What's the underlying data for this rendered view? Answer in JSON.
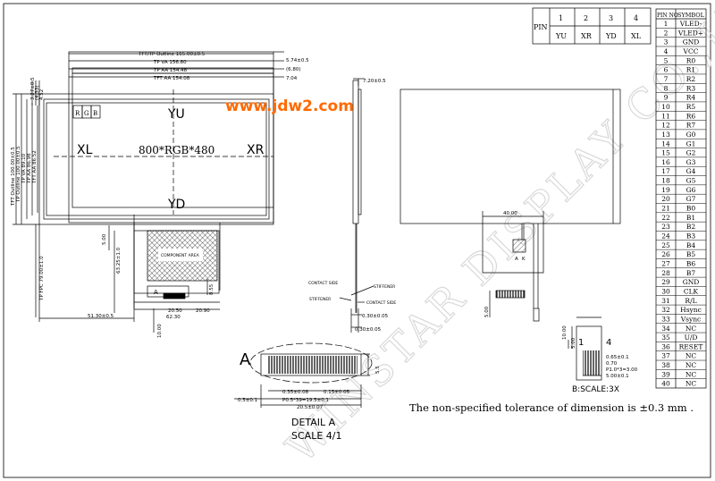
{
  "watermark": "WINSTAR DISPLAY CO.,LTD",
  "site_url": "www.jdw2.com",
  "pin_header": {
    "label": "PIN",
    "numbers": [
      "1",
      "2",
      "3",
      "4"
    ],
    "names": [
      "YU",
      "XR",
      "YD",
      "XL"
    ]
  },
  "pin_table": {
    "col_no": "PIN NO",
    "col_symbol": "SYMBOL",
    "rows": [
      [
        "1",
        "VLED-"
      ],
      [
        "2",
        "VLED+"
      ],
      [
        "3",
        "GND"
      ],
      [
        "4",
        "VCC"
      ],
      [
        "5",
        "R0"
      ],
      [
        "6",
        "R1"
      ],
      [
        "7",
        "R2"
      ],
      [
        "8",
        "R3"
      ],
      [
        "9",
        "R4"
      ],
      [
        "10",
        "R5"
      ],
      [
        "11",
        "R6"
      ],
      [
        "12",
        "R7"
      ],
      [
        "13",
        "G0"
      ],
      [
        "14",
        "G1"
      ],
      [
        "15",
        "G2"
      ],
      [
        "16",
        "G3"
      ],
      [
        "17",
        "G4"
      ],
      [
        "18",
        "G5"
      ],
      [
        "19",
        "G6"
      ],
      [
        "20",
        "G7"
      ],
      [
        "21",
        "B0"
      ],
      [
        "22",
        "B1"
      ],
      [
        "23",
        "B2"
      ],
      [
        "24",
        "B3"
      ],
      [
        "25",
        "B4"
      ],
      [
        "26",
        "B5"
      ],
      [
        "27",
        "B6"
      ],
      [
        "28",
        "B7"
      ],
      [
        "29",
        "GND"
      ],
      [
        "30",
        "CLK"
      ],
      [
        "31",
        "R/L"
      ],
      [
        "32",
        "Hsync"
      ],
      [
        "33",
        "Vsync"
      ],
      [
        "34",
        "NC"
      ],
      [
        "35",
        "U/D"
      ],
      [
        "36",
        "RESET"
      ],
      [
        "37",
        "NC"
      ],
      [
        "38",
        "NC"
      ],
      [
        "39",
        "NC"
      ],
      [
        "40",
        "NC"
      ]
    ]
  },
  "front_view": {
    "dim_outline": "TFT/TP Outline 165.00±0.5",
    "dim_tp_va": "TP VA 156.80",
    "dim_tp_aa": "TP AA 154.48",
    "dim_tft_aa": "TFT AA 154.08",
    "right_dim_1": "5.74±0.5",
    "right_dim_2": "(6.80)",
    "right_dim_3": "7.04",
    "left_dim_1": "3.27±0.5",
    "left_dim_2": "(4.33)",
    "left_dim_3": "4.52",
    "v_outline": "TFT Outline 100.00±0.5",
    "v_tp_outline": "TP Outline 100.00±0.5",
    "v_tp_va": "TP VA 89.10",
    "v_tp_aa": "TP AA 86.98",
    "v_tft_aa": "TFT AA 86.52",
    "rgb_r": "R",
    "rgb_g": "G",
    "rgb_b": "B",
    "yu": "YU",
    "yd": "YD",
    "xl": "XL",
    "xr": "XR",
    "resolution": "800*RGB*480",
    "fpc_dim": "TP FPC 79.00±1.0",
    "dim_5_00": "5.00",
    "dim_63_25": "63.25±1.0",
    "dim_8_55": "8.55",
    "label_a": "A",
    "dim_20_50": "20.50",
    "dim_20_90": "20.90",
    "dim_62_30": "62.30",
    "dim_51_30": "51.30±0.5",
    "dim_10_00": "10.00",
    "component_area": "COMPONENT AREA"
  },
  "side_view": {
    "dim_top": "7.20±0.5",
    "contact_side_1": "CONTACT SIDE",
    "stiffener_1": "STIFFENER",
    "stiffener_2": "STIFFENER",
    "contact_side_2": "CONTACT SIDE",
    "dim_030a": "0.30±0.05",
    "dim_030b": "0.30±0.05"
  },
  "back_view": {
    "dim_40": "40.00",
    "label_a": "A",
    "label_k": "K",
    "dim_5": "5.00"
  },
  "detail_a": {
    "letter": "A",
    "dim_h": "5.5",
    "dim_035": "0.35±0.08",
    "dim_015": "0.15±0.05",
    "dim_05": "0.5±0.1",
    "dim_pitch": "P0.5*39=19.5±0.1",
    "dim_total": "20.5±0.07",
    "title": "DETAIL A",
    "scale": "SCALE 4/1"
  },
  "detail_b": {
    "dim_10": "10.00",
    "dim_5": "5.00",
    "pin1": "1",
    "pin4": "4",
    "dim_065": "0.65±0.1",
    "dim_070": "0.70",
    "dim_p10": "P1.0*3=3.00",
    "dim_500": "5.00±0.1",
    "scale": "B:SCALE:3X"
  },
  "tolerance_note": "The non-specified tolerance of dimension is ±0.3 mm ."
}
